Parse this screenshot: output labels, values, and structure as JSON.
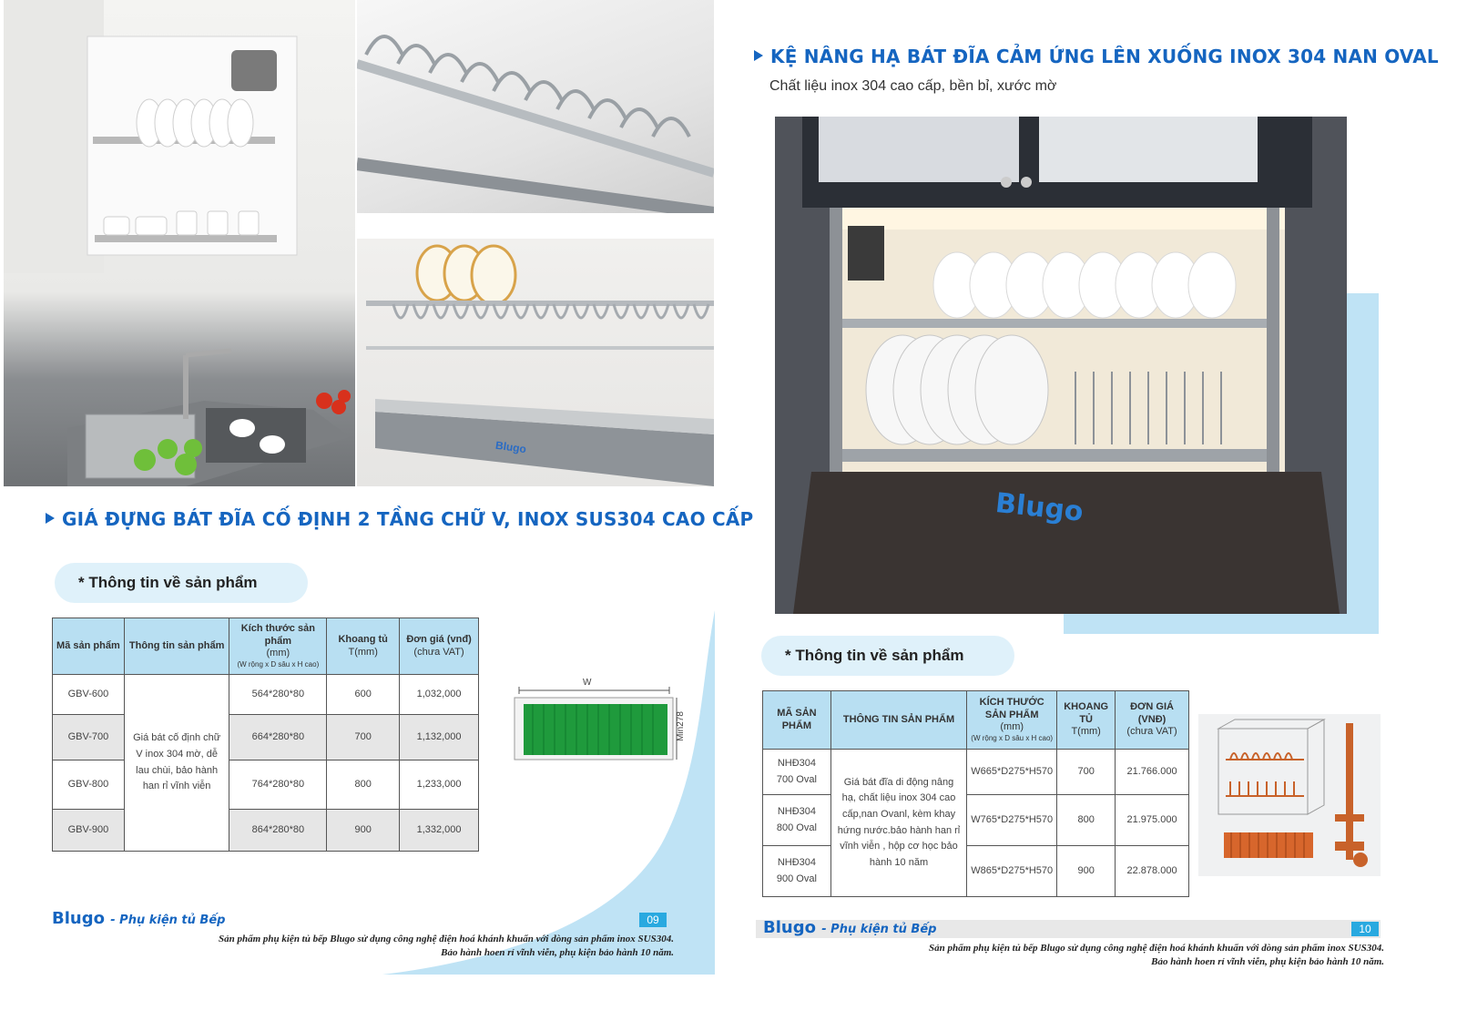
{
  "left_page": {
    "heading": "GIÁ ĐỰNG BÁT ĐĨA CỐ ĐỊNH 2 TẦNG CHỮ V, INOX SUS304 CAO CẤP",
    "info_label": "* Thông tin về sản phẩm",
    "table": {
      "headers": {
        "code": "Mã sản phẩm",
        "info": "Thông tin sản phẩm",
        "size": "Kích thước sản phẩm",
        "size_unit": "(mm)",
        "size_note": "(W rộng x D sâu x H cao)",
        "gap": "Khoang tủ",
        "gap_unit": "T(mm)",
        "price": "Đơn giá (vnđ)",
        "price_note": "(chưa VAT)"
      },
      "description": "Giá bát cố định chữ V inox 304 mờ, dễ lau chùi, bảo hành han rỉ vĩnh viễn",
      "rows": [
        {
          "code": "GBV-600",
          "size": "564*280*80",
          "gap": "600",
          "price": "1,032,000"
        },
        {
          "code": "GBV-700",
          "size": "664*280*80",
          "gap": "700",
          "price": "1,132,000"
        },
        {
          "code": "GBV-800",
          "size": "764*280*80",
          "gap": "800",
          "price": "1,233,000"
        },
        {
          "code": "GBV-900",
          "size": "864*280*80",
          "gap": "900",
          "price": "1,332,000"
        }
      ]
    },
    "diagram": {
      "width_label": "W",
      "depth_label": "Min278"
    },
    "photo_brand": "Blugo",
    "footer": {
      "logo": "Blugo",
      "tagline": "- Phụ kiện tủ Bếp",
      "page": "09",
      "line1": "Sản phẩm phụ kiện tủ bếp Blugo sử dụng công nghệ điện hoá khánh khuẩn với dòng sản phẩm inox SUS304.",
      "line2": "Bảo hành hoen rỉ vĩnh viễn, phụ kiện bảo hành 10 năm."
    }
  },
  "right_page": {
    "heading": "KỆ NÂNG HẠ BÁT ĐĨA CẢM ỨNG LÊN XUỐNG  INOX 304 NAN OVAL",
    "subheading": "Chất liệu inox 304 cao cấp, bền bỉ, xước mờ",
    "photo_brand": "Blugo",
    "info_label": "* Thông tin về sản phẩm",
    "table": {
      "headers": {
        "code": "MÃ SẢN PHẨM",
        "info": "THÔNG TIN SẢN PHẨM",
        "size": "KÍCH THƯỚC SẢN PHẨM",
        "size_unit": "(mm)",
        "size_note": "(W rộng x D sâu x H cao)",
        "gap": "KHOANG TỦ",
        "gap_unit": "T(mm)",
        "price": "ĐƠN GIÁ (VNĐ)",
        "price_note": "(chưa VAT)"
      },
      "description": "Giá bát đĩa di động nâng hạ, chất liệu inox 304 cao cấp,nan Ovanl, kèm khay hứng nước.bảo hành han rỉ vĩnh viễn , hộp cơ học bảo hành 10 năm",
      "rows": [
        {
          "code_line1": "NHĐ304",
          "code_line2": "700 Oval",
          "size": "W665*D275*H570",
          "gap": "700",
          "price": "21.766.000"
        },
        {
          "code_line1": "NHĐ304",
          "code_line2": "800 Oval",
          "size": "W765*D275*H570",
          "gap": "800",
          "price": "21.975.000"
        },
        {
          "code_line1": "NHĐ304",
          "code_line2": "900 Oval",
          "size": "W865*D275*H570",
          "gap": "900",
          "price": "22.878.000"
        }
      ]
    },
    "footer": {
      "logo": "Blugo",
      "tagline": "- Phụ kiện tủ Bếp",
      "page": "10",
      "line1": "Sản phẩm phụ kiện tủ bếp Blugo sử dụng công nghệ điện hoá khánh khuẩn với dòng sản phẩm inox SUS304.",
      "line2": "Bảo hành hoen rỉ vĩnh viễn, phụ kiện bảo hành 10 năm."
    }
  },
  "colors": {
    "brand_blue": "#1565c0",
    "light_blue": "#b8dff2",
    "accent_cyan": "#29a9e0"
  }
}
